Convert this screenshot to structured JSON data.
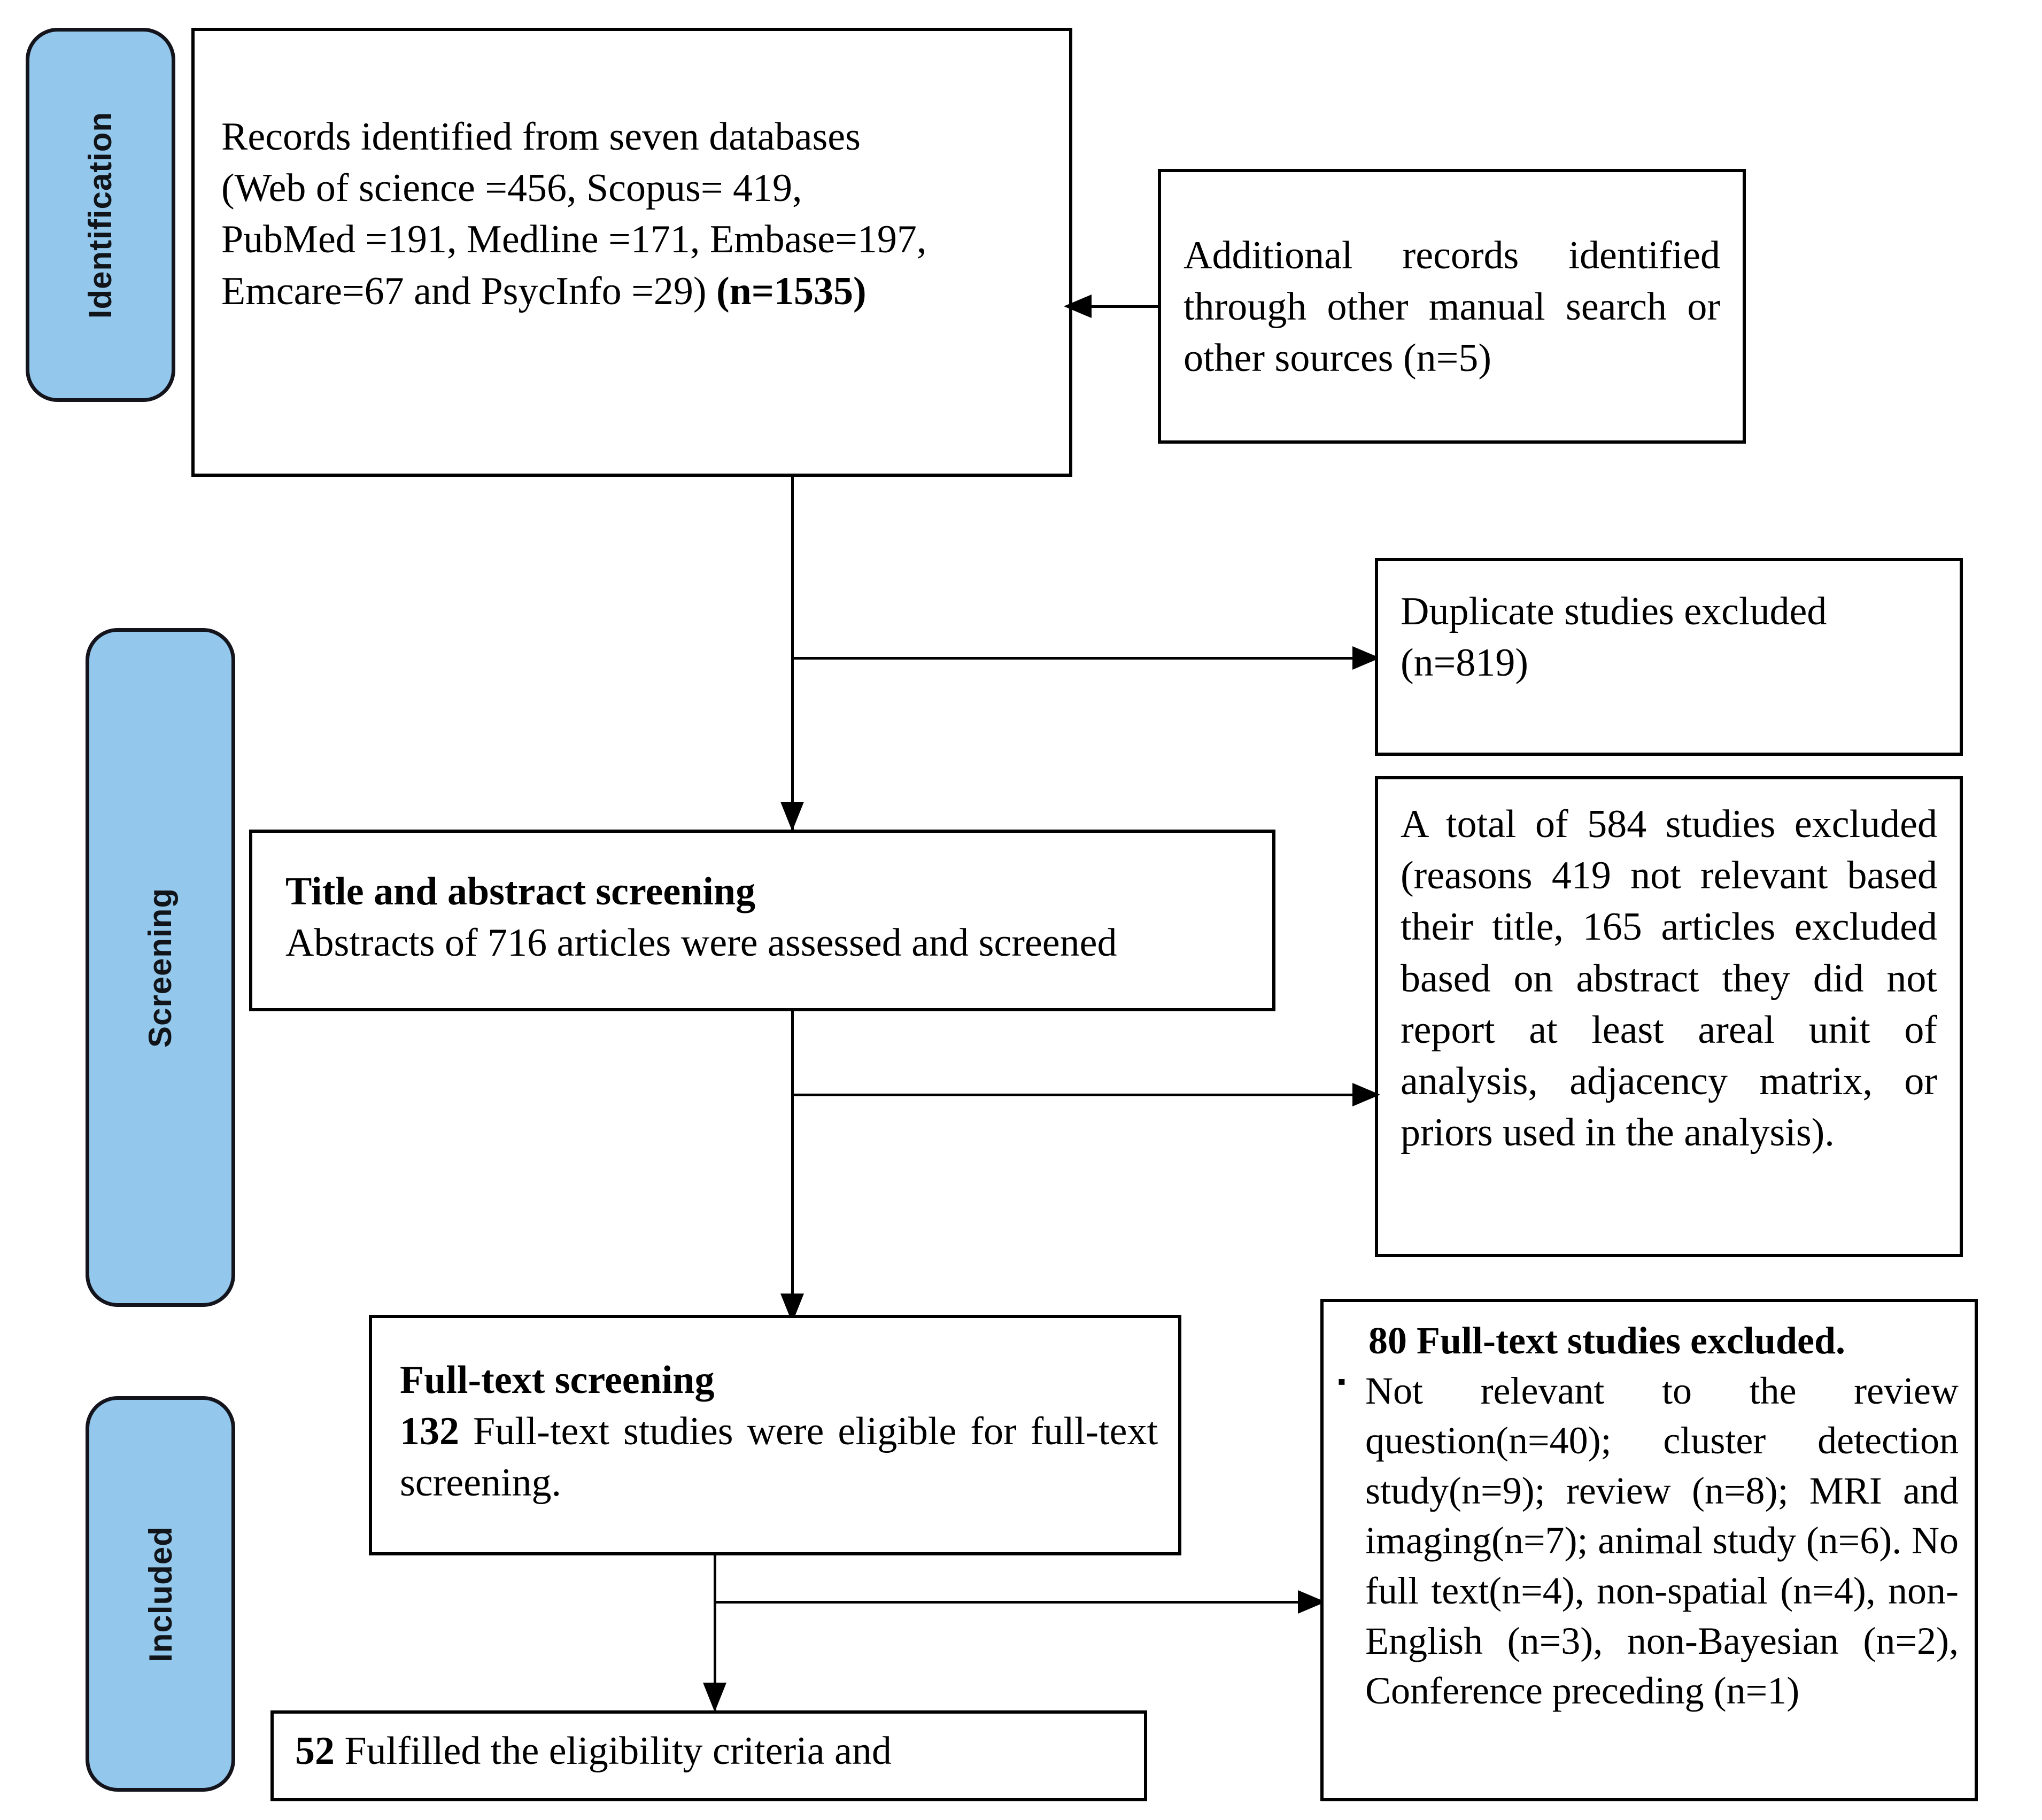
{
  "diagram": {
    "type": "prisma-flow-diagram",
    "accent_color": "#93C7EC",
    "line_color": "#000000",
    "background": "#ffffff"
  },
  "phases": [
    {
      "id": "identification",
      "label": "Identification"
    },
    {
      "id": "screening",
      "label": "Screening"
    },
    {
      "id": "included",
      "label": "Included"
    }
  ],
  "boxes": {
    "records_identified": {
      "line1": "Records identified from seven databases",
      "line2": "(Web of science =456, Scopus= 419,",
      "line3": "PubMed =191, Medline =171, Embase=197,",
      "line4_a": "Emcare=67 and PsycInfo =29) ",
      "line4_b": "(n=1535)"
    },
    "additional_records": {
      "text": "Additional records identified through other manual search or other sources (n=5)"
    },
    "duplicates_excluded": {
      "line1": "Duplicate   studies   excluded",
      "line2": "(n=819)"
    },
    "title_abstract_screening": {
      "heading": "Title and abstract screening",
      "body": "Abstracts of 716 articles were assessed and screened"
    },
    "screening_excluded": {
      "text": "A total of 584 studies excluded (reasons 419 not relevant based their title, 165 articles excluded based on abstract they did not report at least areal unit of analysis, adjacency matrix, or priors used in the analysis)."
    },
    "fulltext_screening": {
      "heading": "Full-text screening",
      "count": "132",
      "body": " Full-text studies were eligible for full-text screening."
    },
    "fulltext_excluded": {
      "heading": "80  Full-text studies excluded.",
      "bullet_glyph": "▪",
      "bullet_text": "Not relevant to the review question(n=40); cluster detection study(n=9); review (n=8); MRI and imaging(n=7); animal study (n=6). No full text(n=4), non-spatial (n=4), non-English (n=3), non-Bayesian (n=2), Conference preceding (n=1)"
    },
    "included_final": {
      "count": "52",
      "body": "  Fulfilled   the   eligibility   criteria   and"
    }
  },
  "connectors": [
    {
      "id": "additional-to-records",
      "direction": "left"
    },
    {
      "id": "records-to-duplicates",
      "direction": "right"
    },
    {
      "id": "records-to-title-abstract",
      "direction": "down"
    },
    {
      "id": "title-abstract-to-excluded",
      "direction": "right"
    },
    {
      "id": "title-abstract-to-fulltext",
      "direction": "down"
    },
    {
      "id": "fulltext-to-excluded",
      "direction": "right"
    },
    {
      "id": "fulltext-to-included",
      "direction": "down"
    }
  ]
}
